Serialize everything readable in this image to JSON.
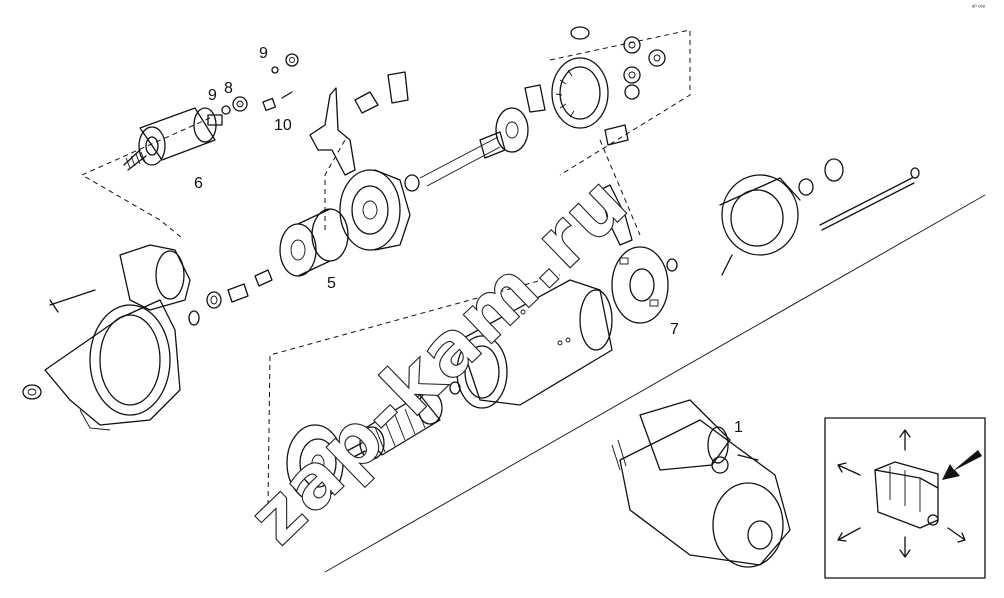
{
  "watermark": "zap-kam.ru",
  "corner_mark": "ᵃ⁰ ᵒᵒᵒ",
  "callouts": [
    {
      "id": "label-1",
      "text": "1"
    },
    {
      "id": "label-5",
      "text": "5"
    },
    {
      "id": "label-6",
      "text": "6"
    },
    {
      "id": "label-7",
      "text": "7"
    },
    {
      "id": "label-8",
      "text": "8"
    },
    {
      "id": "label-9a",
      "text": "9"
    },
    {
      "id": "label-9b",
      "text": "9"
    },
    {
      "id": "label-10",
      "text": "10"
    }
  ]
}
